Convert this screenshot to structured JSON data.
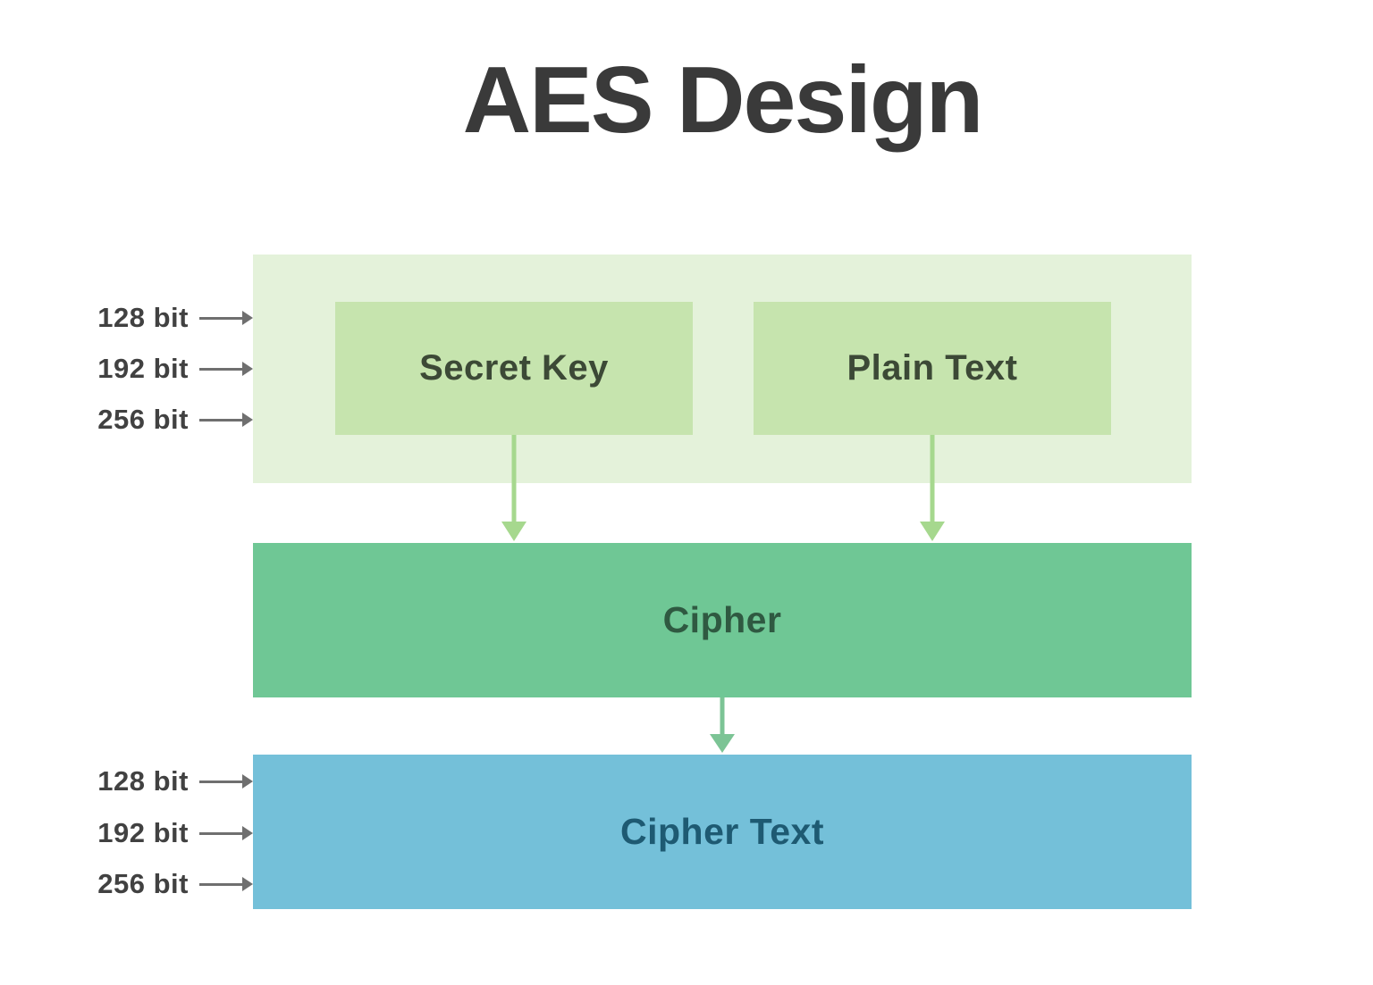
{
  "title": "AES Design",
  "key_sizes": [
    "128 bit",
    "192 bit",
    "256 bit"
  ],
  "nodes": {
    "secret_key": "Secret Key",
    "plain_text": "Plain Text",
    "cipher": "Cipher",
    "cipher_text": "Cipher Text"
  },
  "colors": {
    "bg": "#ffffff",
    "title_color": "#3a3a3a",
    "label_color": "#414141",
    "gray_arrow": "#6f6f6f",
    "container_bg": "#e4f2da",
    "node_bg": "#c6e4ae",
    "node_text": "#3c4936",
    "light_arrow": "#a6d88e",
    "mid_arrow": "#7cc495",
    "cipher_bg": "#6fc795",
    "cipher_text_color": "#2f5941",
    "ciphertext_bg": "#74c0d9",
    "ciphertext_text_color": "#1e5a72"
  }
}
